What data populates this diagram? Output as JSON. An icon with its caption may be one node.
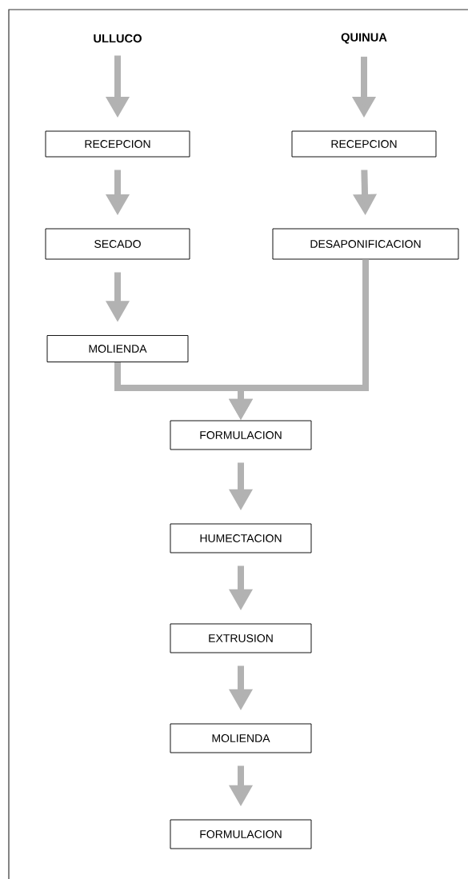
{
  "diagram": {
    "nodes": [
      {
        "text": [
          "ULLUCO"
        ]
      },
      {
        "text": [
          "QUINUA"
        ]
      },
      {
        "text": [
          "RECEPCION"
        ]
      },
      {
        "text": [
          "RECEPCION"
        ]
      },
      {
        "text": [
          "SECADO"
        ]
      },
      {
        "text": [
          "DESAPONIFICACION"
        ]
      },
      {
        "text": [
          "MOLIENDA"
        ]
      },
      {
        "text": [
          "FORMULACION"
        ]
      },
      {
        "text": [
          "HUMECTACION"
        ]
      },
      {
        "text": [
          "EXTRUSION"
        ]
      },
      {
        "text": [
          "MOLIENDA"
        ]
      },
      {
        "text": [
          "FORMULACION"
        ]
      }
    ],
    "edges": [
      {
        "from": 0,
        "to": 2,
        "arrow": "to"
      },
      {
        "from": 1,
        "to": 3,
        "arrow": "to"
      },
      {
        "from": 2,
        "to": 4,
        "arrow": "to"
      },
      {
        "from": 3,
        "to": 5,
        "arrow": "to"
      },
      {
        "from": 4,
        "to": 6,
        "arrow": "to"
      },
      {
        "from": 6,
        "to": 7,
        "arrow": "to"
      },
      {
        "from": 5,
        "to": 7,
        "arrow": "to"
      },
      {
        "from": 7,
        "to": 8,
        "arrow": "to"
      },
      {
        "from": 8,
        "to": 9,
        "arrow": "to"
      },
      {
        "from": 9,
        "to": 10,
        "arrow": "to"
      },
      {
        "from": 10,
        "to": 11,
        "arrow": "to"
      }
    ]
  }
}
